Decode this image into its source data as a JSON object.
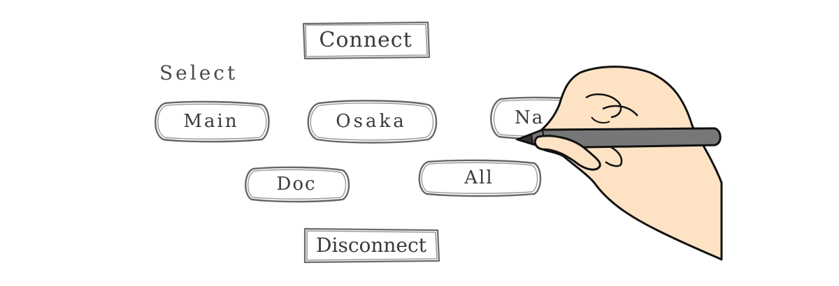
{
  "select_label": "Select",
  "buttons": {
    "connect": "Connect",
    "main": "Main",
    "osaka": "Osaka",
    "third_partial": "Na",
    "doc": "Doc",
    "all": "All",
    "disconnect": "Disconnect"
  },
  "colors": {
    "ink": "#4a4a4a",
    "skin": "#fde3c4",
    "pen": "#777777"
  }
}
